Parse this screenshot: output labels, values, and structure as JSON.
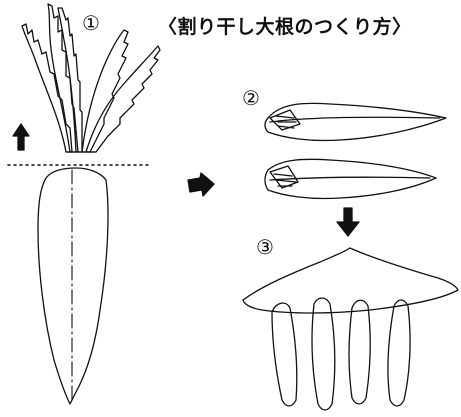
{
  "title": "〈割り干し大根のつくり方〉",
  "steps": [
    {
      "label": "①"
    },
    {
      "label": "②"
    },
    {
      "label": "③"
    }
  ],
  "colors": {
    "ink": "#111111",
    "paper": "#ffffff"
  }
}
